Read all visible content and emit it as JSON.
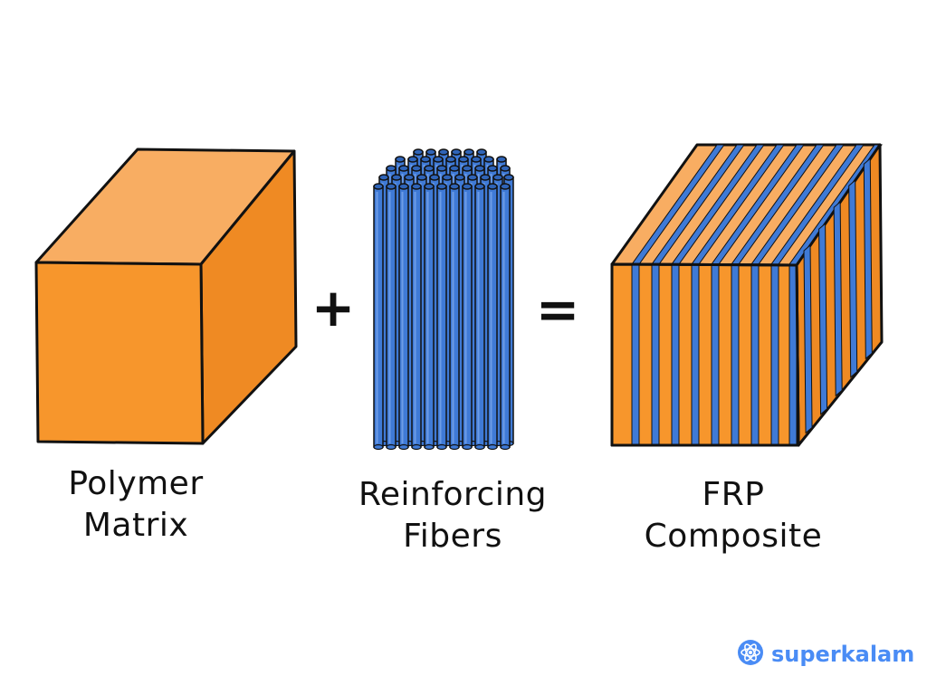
{
  "components": [
    {
      "id": "matrix",
      "line1": "Polymer",
      "line2": "Matrix"
    },
    {
      "id": "fibers",
      "line1": "Reinforcing",
      "line2": "Fibers"
    },
    {
      "id": "composite",
      "line1": "FRP",
      "line2": "Composite"
    }
  ],
  "operators": {
    "plus": "+",
    "equals": "="
  },
  "brand": {
    "name": "superkalam",
    "logo_icon": "atom-icon"
  },
  "colors": {
    "matrix_front": "#f7962c",
    "matrix_top": "#f8ad62",
    "matrix_side": "#ef8a23",
    "fiber_blue": "#3f7ad6",
    "fiber_highlight": "#6d9ce6",
    "outline": "#111111",
    "brand_blue": "#4a8cf5"
  }
}
